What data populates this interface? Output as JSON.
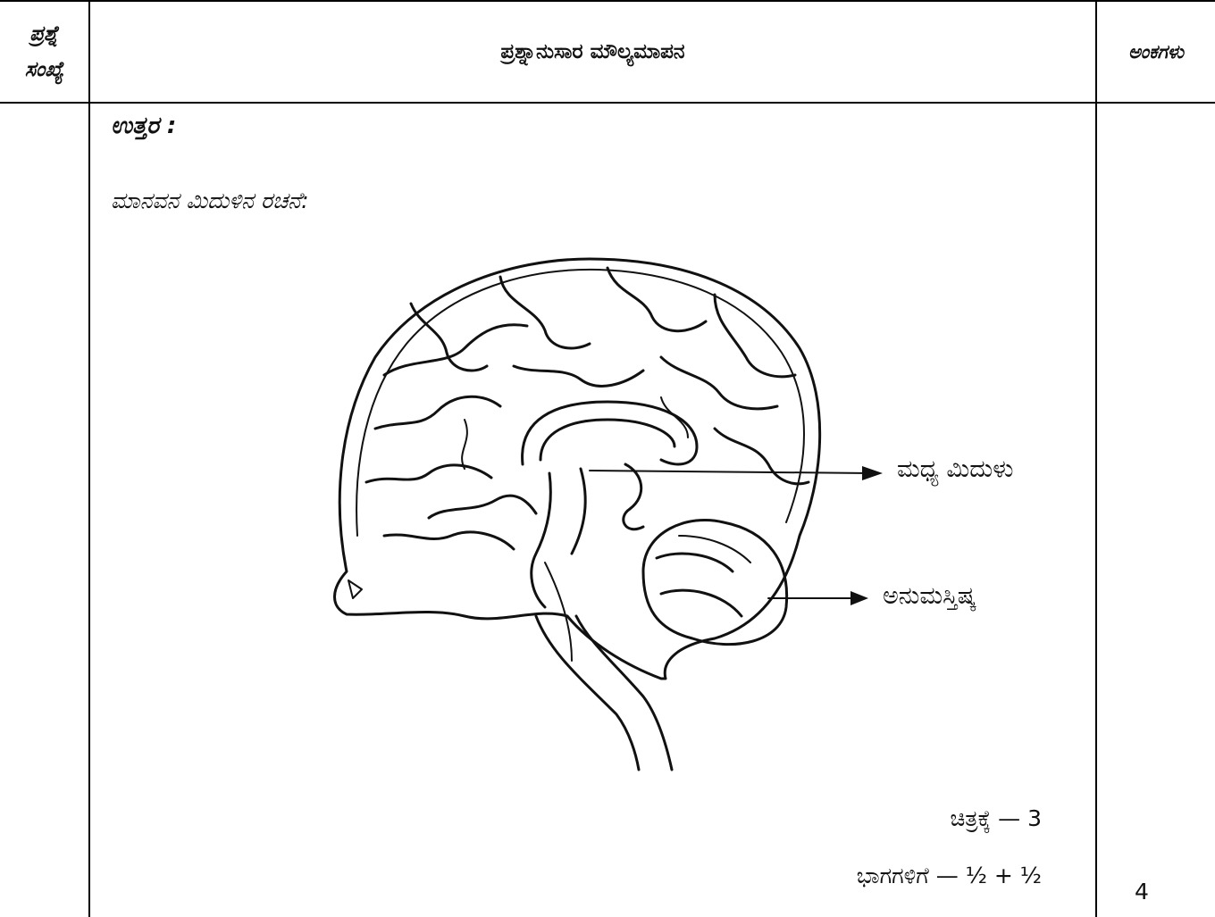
{
  "header": {
    "question_number_line1": "ಪ್ರಶ್ನೆ",
    "question_number_line2": "ಸಂಖ್ಯೆ",
    "evaluation": "ಪ್ರಶ್ನಾನುಸಾರ ಮೌಲ್ಯಮಾಪನ",
    "marks": "ಅಂಕಗಳು"
  },
  "body": {
    "answer_label": "ಉತ್ತರ :",
    "structure_title": "ಮಾನವನ ಮಿದುಳಿನ ರಚನೆ:",
    "diagram_labels": {
      "midbrain": "ಮಧ್ಯ ಮಿದುಳು",
      "cerebellum": "ಅನುಮಸ್ತಿಷ್ಕ"
    },
    "scoring": {
      "figure": "ಚಿತ್ರಕ್ಕೆ — 3",
      "parts": "ಭಾಗಗಳಿಗೆ — ½ + ½"
    },
    "marks_value": "4"
  }
}
